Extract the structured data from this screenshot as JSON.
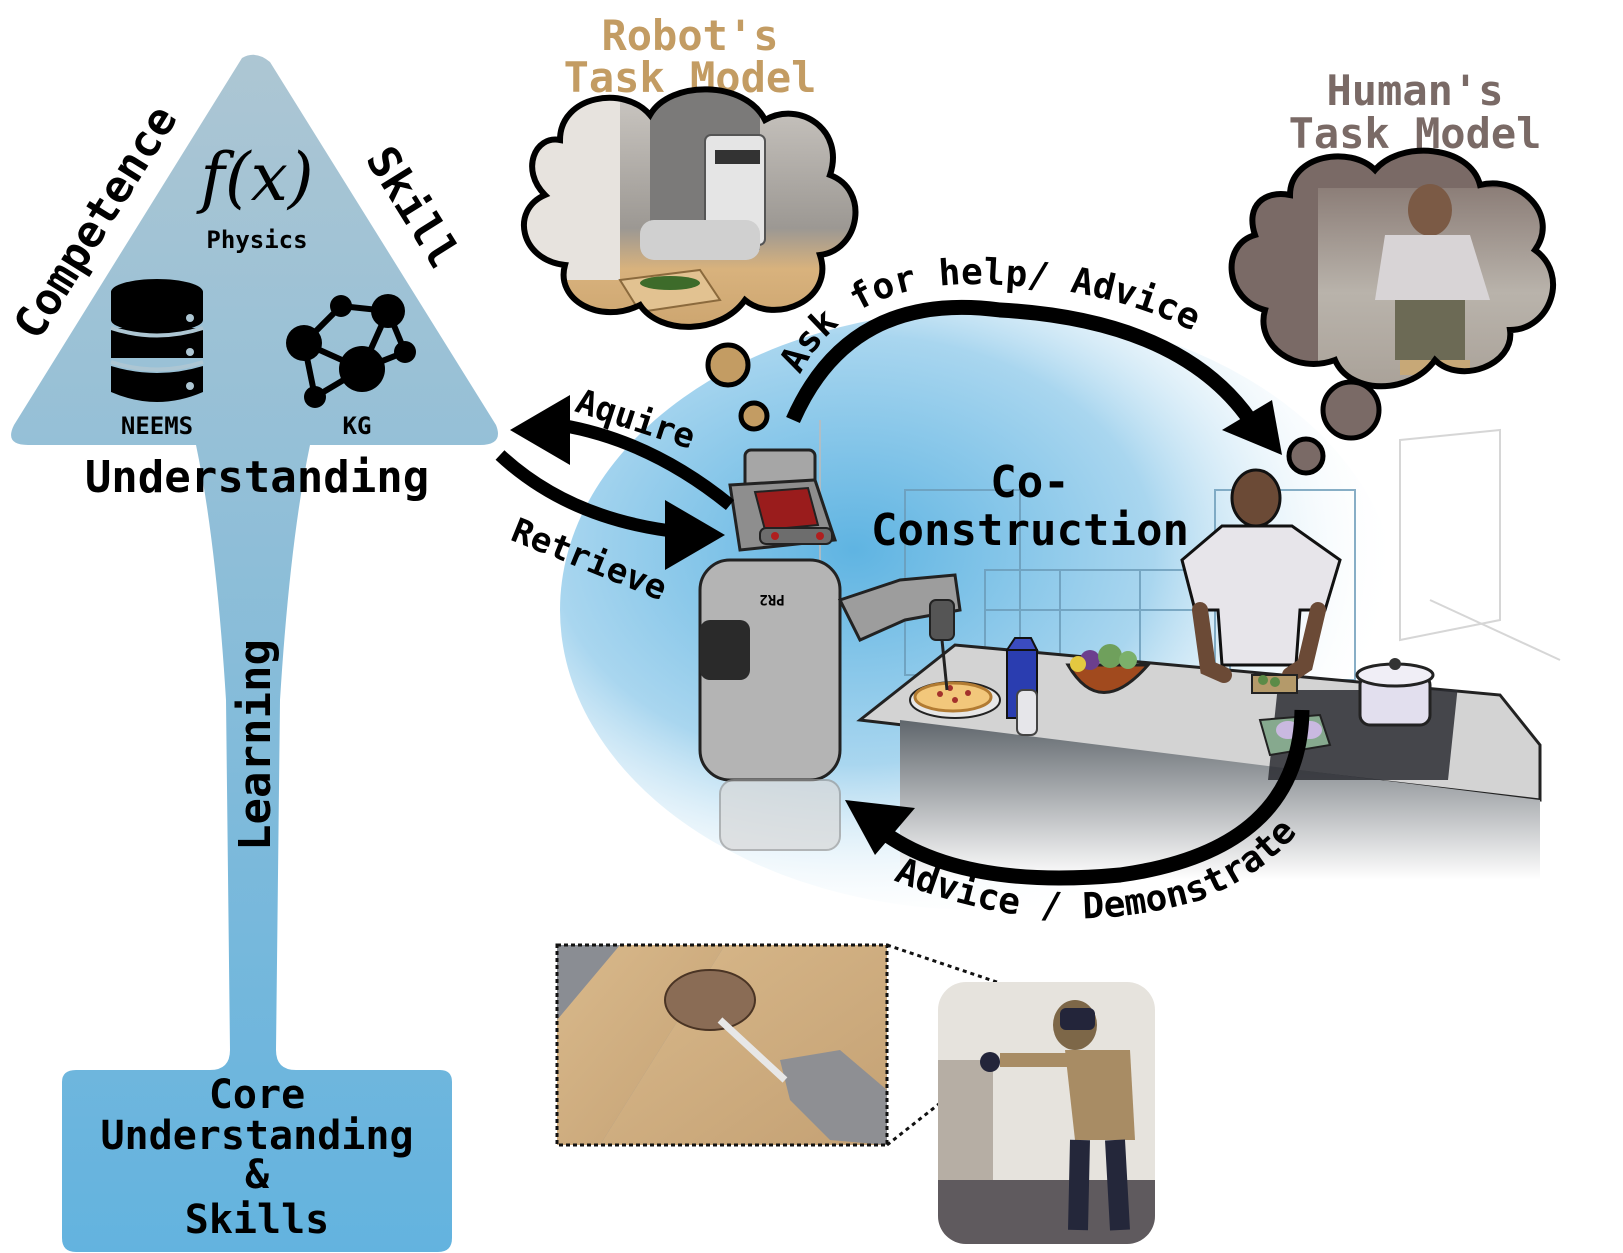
{
  "pyramid": {
    "left_side_label": "Competence",
    "right_side_label": "Skill",
    "formula": "f(x)",
    "formula_caption": "Physics",
    "database_caption": "NEEMS",
    "graph_caption": "KG",
    "base_label": "Understanding",
    "stem_label": "Learning",
    "root_lines": [
      "Core",
      "Understanding",
      "&",
      "Skills"
    ]
  },
  "robot_thought": {
    "title_lines": [
      "Robot's",
      "Task Model"
    ]
  },
  "human_thought": {
    "title_lines": [
      "Human's",
      "Task Model"
    ]
  },
  "arrows": {
    "acquire": "Aquire",
    "retrieve": "Retrieve",
    "ask_for_help": "Ask for help/ Advice",
    "advice_demonstrate": "Advice / Demonstrate"
  },
  "scene": {
    "center_label_lines": [
      "Co-",
      "Construction"
    ],
    "robot_badge": "PR2"
  },
  "colors": {
    "pyramid_top": "#adc6d3",
    "pyramid_bottom": "#63b3df",
    "robot_accent": "#c39c63",
    "human_accent": "#7a6a66",
    "scene_blue": "#5fb4e2",
    "ink": "#000000"
  }
}
